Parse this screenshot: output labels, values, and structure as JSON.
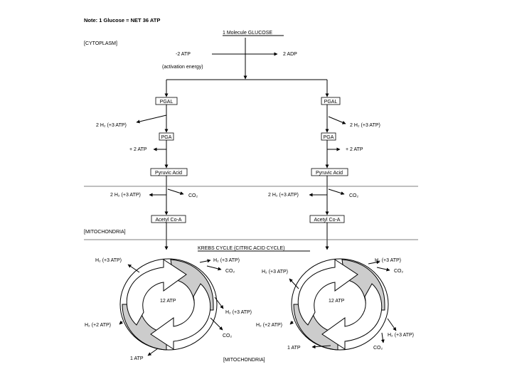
{
  "note": "Note:  1 Glucose = NET 36 ATP",
  "glucose": "1 Molecule GLUCOSE",
  "cytoplasm": "[CYTOPLASM]",
  "mitochondria": "[MITOCHONDRIA]",
  "activation": {
    "minus_atp": "-2 ATP",
    "adp": "2 ADP",
    "energy": "(activation energy)"
  },
  "boxes": {
    "pgal": "PGAL",
    "pga": "PGA",
    "pyruvic": "Pyruvic Acid",
    "acetyl": "Acetyl Co-A"
  },
  "labels": {
    "h2_3atp": "2 H₂ (+3 ATP)",
    "plus2atp": "+ 2 ATP",
    "co2": "CO₂"
  },
  "krebs": {
    "title": "KREBS CYCLE (CITRIC ACID CYCLE)",
    "center": "12 ATP",
    "h2_3": "H₂ (+3 ATP)",
    "h2_2": "H₂ (+2 ATP)",
    "co2": "CO₂",
    "one_atp": "1 ATP"
  }
}
